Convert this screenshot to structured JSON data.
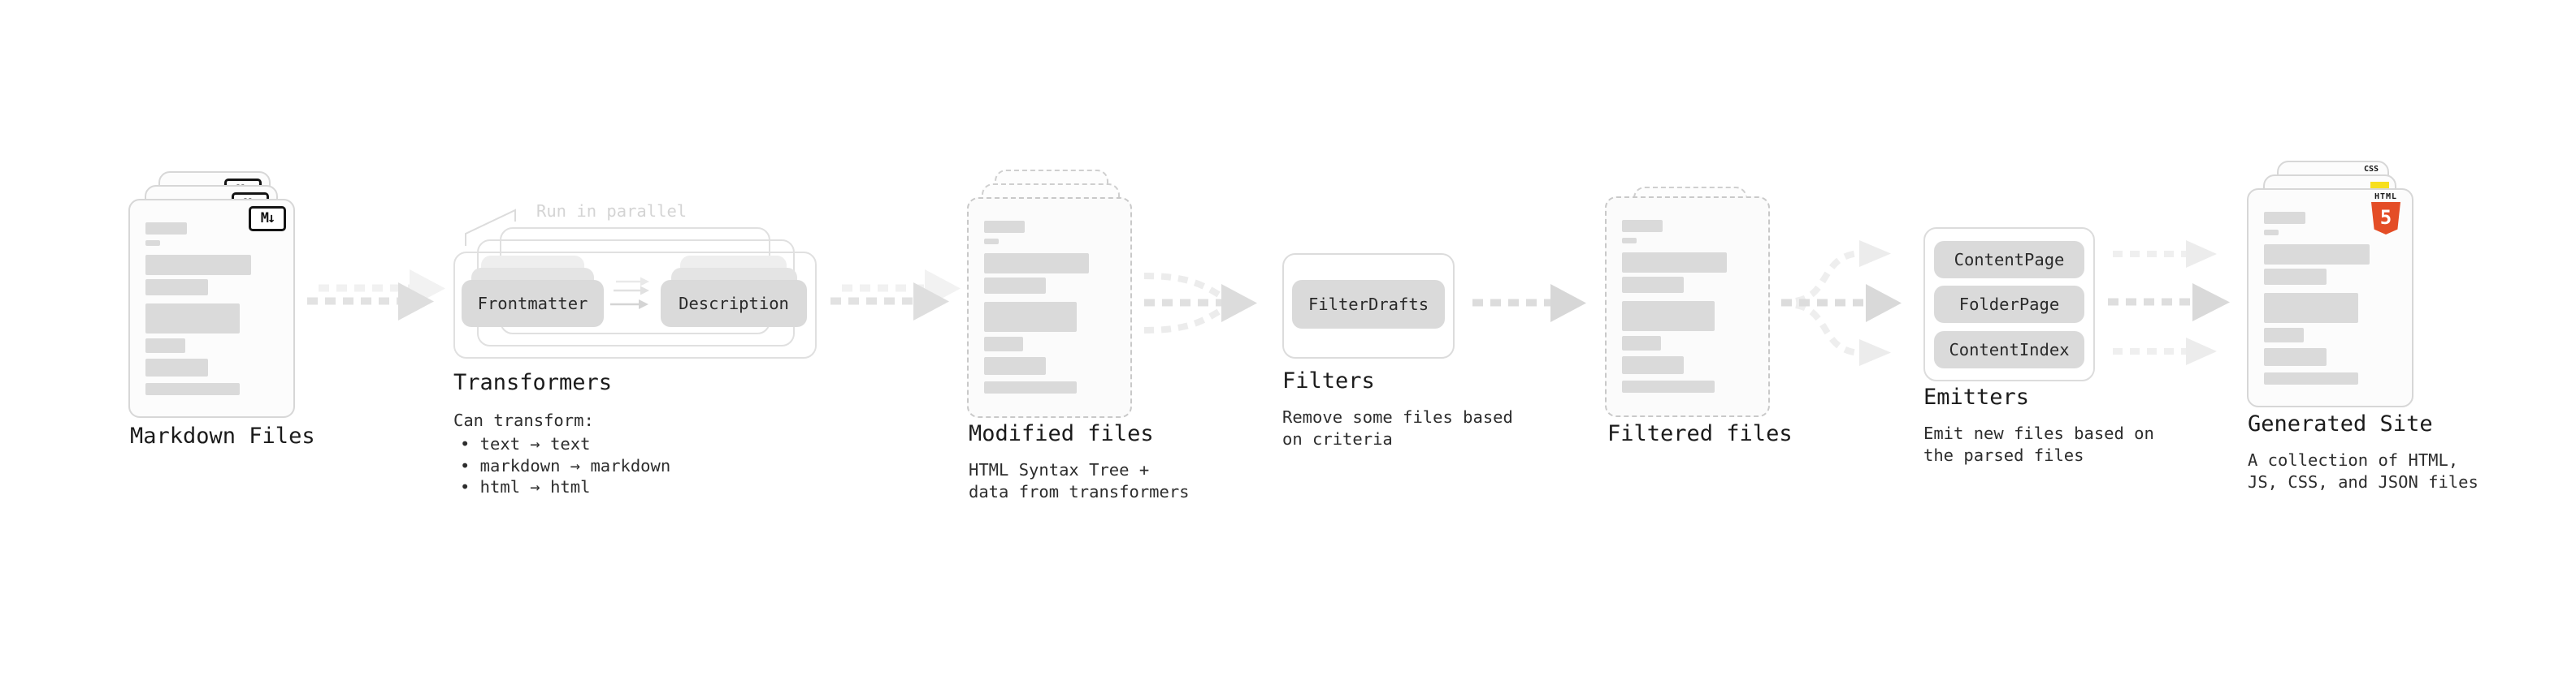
{
  "colors": {
    "html5_orange": "#e44d26",
    "js_yellow": "#f7df1e",
    "css_blue": "#2962f1"
  },
  "markdown_files": {
    "title": "Markdown Files",
    "badge": "M↓"
  },
  "transformers": {
    "annotation": "Run in parallel",
    "chip_left": "Frontmatter",
    "chip_right": "Description",
    "title": "Transformers",
    "note_heading": "Can transform:",
    "bullets": [
      "• text → text",
      "• markdown → markdown",
      "• html → html"
    ]
  },
  "modified_files": {
    "title": "Modified files",
    "desc_line1": "HTML Syntax Tree +",
    "desc_line2": "data from transformers"
  },
  "filters": {
    "title": "Filters",
    "chip": "FilterDrafts",
    "desc_line1": "Remove some files based",
    "desc_line2": "on criteria"
  },
  "filtered_files": {
    "title": "Filtered files"
  },
  "emitters": {
    "title": "Emitters",
    "chips": [
      "ContentPage",
      "FolderPage",
      "ContentIndex"
    ],
    "desc_line1": "Emit new files based on",
    "desc_line2": "the parsed files"
  },
  "generated_site": {
    "title": "Generated Site",
    "desc_line1": "A collection of HTML,",
    "desc_line2": "JS, CSS, and JSON files",
    "badge_css": "CSS",
    "badge_html_word": "HTML",
    "badge_html_five": "5"
  }
}
